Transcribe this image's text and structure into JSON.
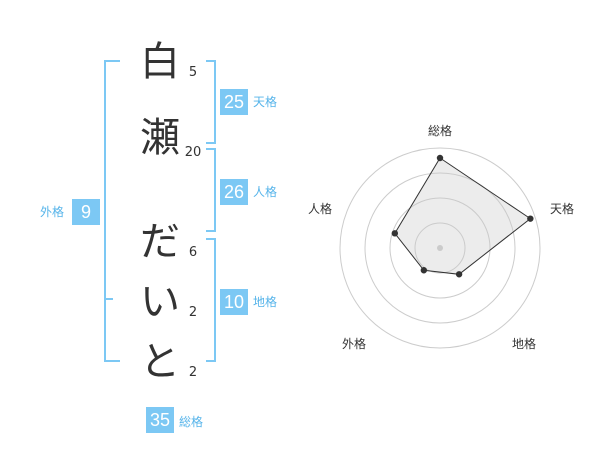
{
  "name": {
    "chars": [
      {
        "char": "白",
        "strokes": "5"
      },
      {
        "char": "瀬",
        "strokes": "20"
      },
      {
        "char": "だ",
        "strokes": "6"
      },
      {
        "char": "い",
        "strokes": "2"
      },
      {
        "char": "と",
        "strokes": "2"
      }
    ]
  },
  "kaku": {
    "tenkaku": {
      "value": "25",
      "label": "天格"
    },
    "jinkaku": {
      "value": "26",
      "label": "人格"
    },
    "chikaku": {
      "value": "10",
      "label": "地格"
    },
    "gaikaku": {
      "value": "9",
      "label": "外格"
    },
    "soukaku": {
      "value": "35",
      "label": "総格"
    }
  },
  "colors": {
    "accent": "#7cc8f4",
    "label": "#56b4ea",
    "text": "#333333"
  },
  "chart_data": {
    "type": "radar",
    "axes": [
      "総格",
      "天格",
      "地格",
      "外格",
      "人格"
    ],
    "rings": 4,
    "values": [
      3.6,
      3.8,
      1.3,
      1.1,
      1.9
    ],
    "max": 4
  }
}
